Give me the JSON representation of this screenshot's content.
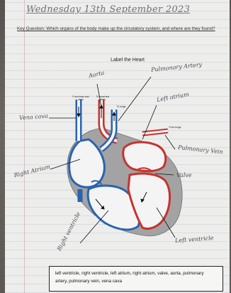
{
  "date": "Wednesday 13th September 2023",
  "key_question": "Key Question: Which organs of the body make up the circulatory system, and where are they found?",
  "worksheet": {
    "title": "Label the Heart",
    "printed_vessel_labels": {
      "from_head_arms": "From head and arms",
      "to_head_arms": "To head and arms",
      "to_lungs": "To lungs",
      "from_lungs": "From lungs"
    },
    "handwritten_labels": {
      "aorta": "Aorta",
      "pulmonary_artery": "Pulmonary Artery",
      "vena_cava": "Vena cava",
      "left_atrium": "Left atrium",
      "pulmonary_vein": "Pulmonary Vein",
      "right_atrium": "Right Atrium",
      "valve": "Valve",
      "right_ventricle": "Right ventricle",
      "left_ventricle": "Left ventricle"
    },
    "word_bank": "left ventricle, right ventricle, left atrium, right atrium, valve, aorta, pulmonary artery, pulmonary vein, vena cava"
  },
  "colors": {
    "oxygen_poor": "#2a63b0",
    "oxygen_rich": "#c8322e",
    "muscle": "#9a9a9a"
  }
}
